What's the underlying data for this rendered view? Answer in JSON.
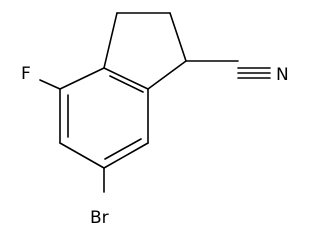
{
  "molecule": {
    "labels": {
      "fluorine": "F",
      "bromine": "Br",
      "nitrile_nitrogen": "N"
    },
    "colors": {
      "bond": "#000000",
      "text": "#000000",
      "background": "#ffffff"
    }
  }
}
